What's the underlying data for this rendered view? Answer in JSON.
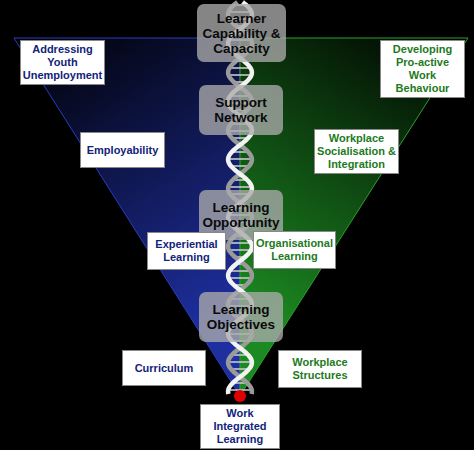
{
  "diagram": {
    "nodes": [
      {
        "text": [
          "Learner Capability & Capacity"
        ]
      },
      {
        "text": [
          "Addressing Youth Unemployment"
        ]
      },
      {
        "text": [
          "Developing Pro-active Work Behaviour"
        ]
      },
      {
        "text": [
          "Support Network"
        ]
      },
      {
        "text": [
          "Employability"
        ]
      },
      {
        "text": [
          "Workplace Socialisation & Integration"
        ]
      },
      {
        "text": [
          "Learning Opportunity"
        ]
      },
      {
        "text": [
          "Experiential Learning"
        ]
      },
      {
        "text": [
          "Organisational Learning"
        ]
      },
      {
        "text": [
          "Learning Objectives"
        ]
      },
      {
        "text": [
          "Curriculum"
        ]
      },
      {
        "text": [
          "Workplace Structures"
        ]
      },
      {
        "text": [
          "Work Integrated Learning"
        ]
      }
    ]
  }
}
